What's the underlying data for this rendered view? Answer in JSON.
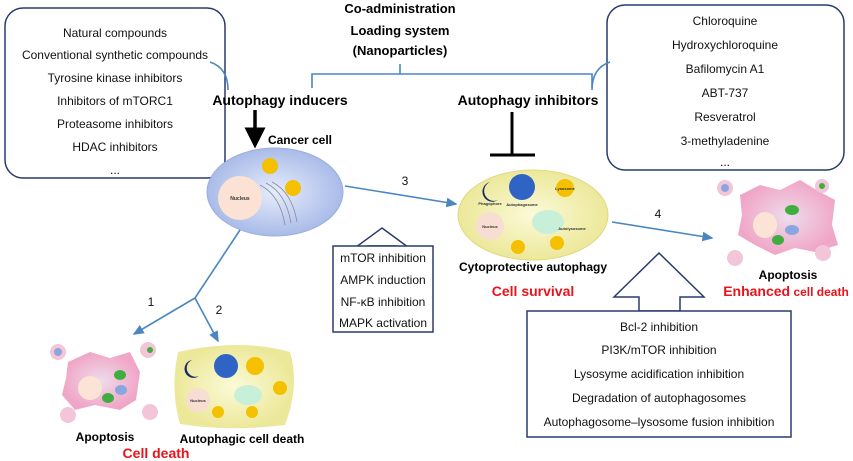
{
  "top_center": {
    "lines": [
      "Co-administration",
      "Loading system",
      "(Nanoparticles)"
    ]
  },
  "inducers": {
    "title": "Autophagy inducers",
    "items": [
      "Natural compounds",
      "Conventional synthetic compounds",
      "Tyrosine kinase inhibitors",
      "Inhibitors of mTORC1",
      "Proteasome inhibitors",
      "HDAC inhibitors",
      "..."
    ]
  },
  "inhibitors": {
    "title": "Autophagy inhibitors",
    "items": [
      "Chloroquine",
      "Hydroxychloroquine",
      "Bafilomycin A1",
      "ABT-737",
      "Resveratrol",
      "3-methyladenine",
      "..."
    ]
  },
  "cancer_cell": {
    "label": "Cancer cell",
    "nucleus": "Nucleus"
  },
  "cell_labels": {
    "nucleus": "Nucleus",
    "phagophore": "Phagophore",
    "autophagosome": "Autophagosome",
    "lysosome": "Lysosome",
    "autolysosome": "Autolysosome"
  },
  "pathway3": {
    "number": "3",
    "mechanisms": [
      "mTOR inhibition",
      "AMPK induction",
      "NF-κB inhibition",
      "MAPK activation"
    ]
  },
  "cytoprotective": {
    "label": "Cytoprotective autophagy",
    "outcome": "Cell survival"
  },
  "pathway4": {
    "number": "4",
    "mechanisms": [
      "Bcl-2 inhibition",
      "PI3K/mTOR inhibition",
      "Lysosyme acidification inhibition",
      "Degradation of autophagosomes",
      "Autophagosome–lysosome fusion inhibition"
    ]
  },
  "enhanced": {
    "label": "Apoptosis",
    "outcome_red": "Enhanced",
    "outcome_rest": " cell death"
  },
  "branch": {
    "one": "1",
    "two": "2",
    "apoptosis": "Apoptosis",
    "autophagic": "Autophagic cell death",
    "outcome": "Cell death"
  },
  "colors": {
    "arrow_blue": "#4a86c0",
    "box_border": "#2a3a6b",
    "red": "#e8131b",
    "cell_blue": "#b9c8ee",
    "cell_yellow": "#f3f0a8",
    "apoptosis_pink": "#f2b4cf"
  }
}
